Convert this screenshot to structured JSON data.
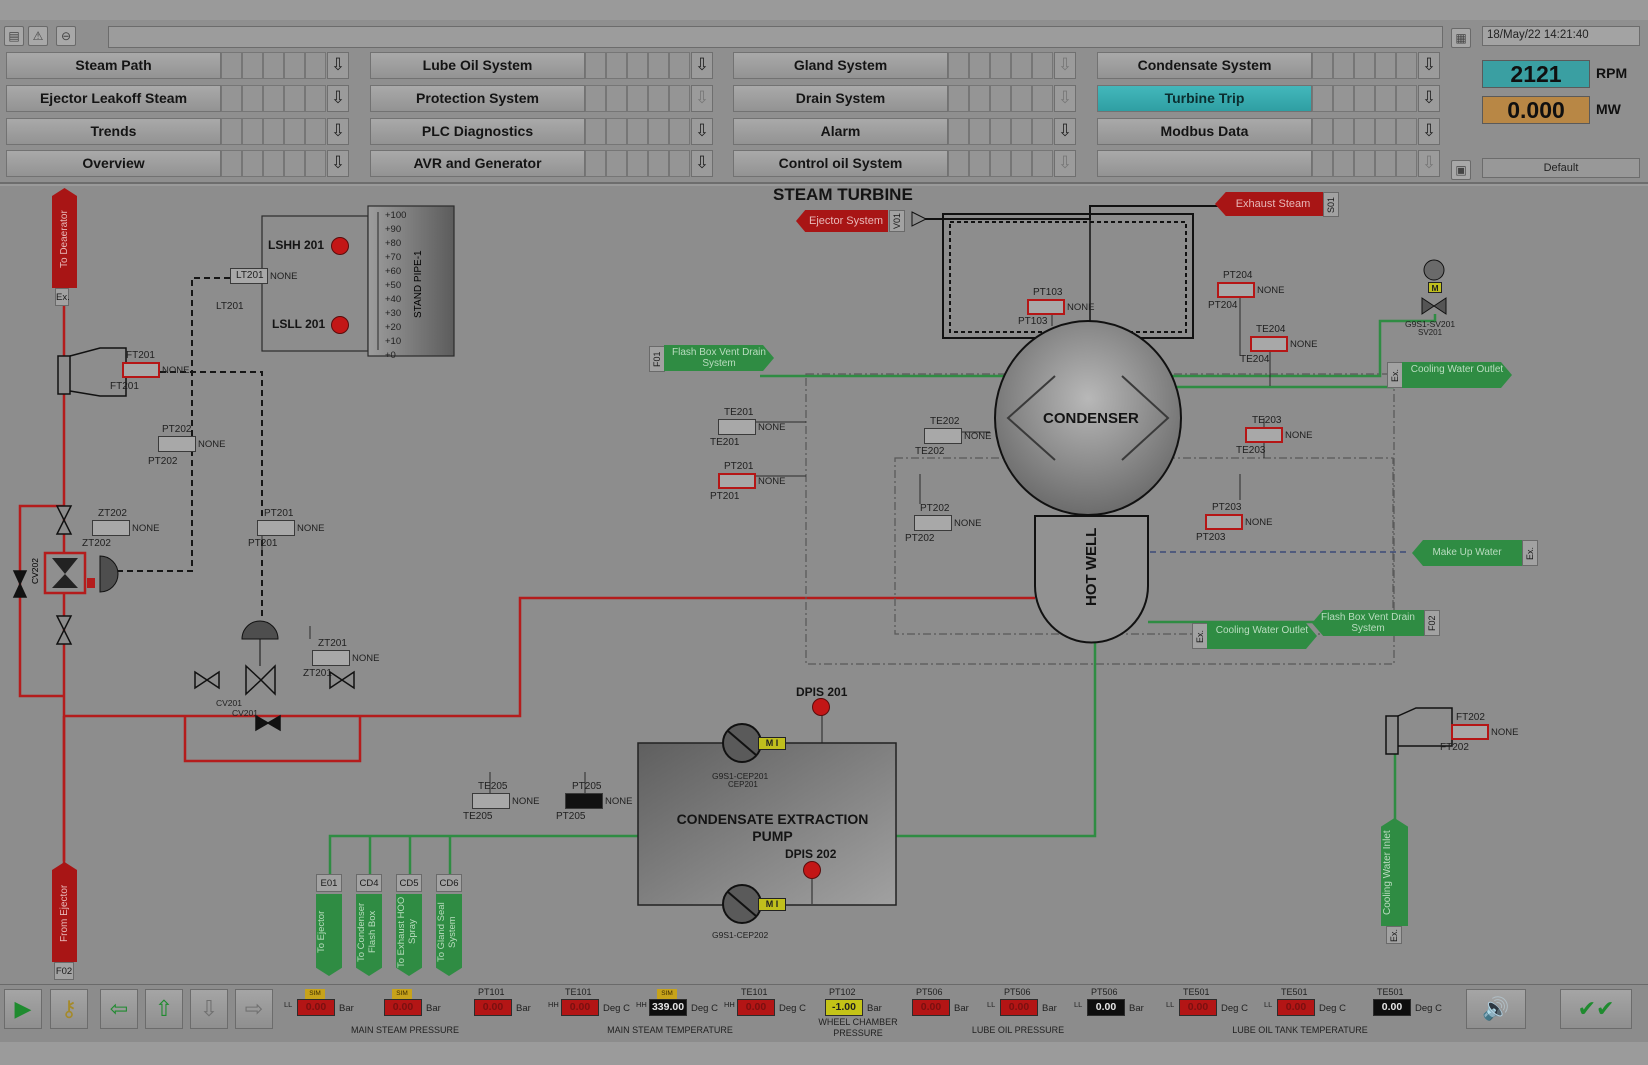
{
  "header": {
    "datetime": "18/May/22 14:21:40",
    "rpm_value": "2121",
    "rpm_unit": "RPM",
    "mw_value": "0.000",
    "mw_unit": "MW",
    "profile": "Default"
  },
  "nav": {
    "steam_path": "Steam Path",
    "ejector_leakoff": "Ejector Leakoff Steam",
    "trends": "Trends",
    "overview": "Overview",
    "lube_oil": "Lube Oil System",
    "protection": "Protection System",
    "plc_diag": "PLC Diagnostics",
    "avr_gen": "AVR and Generator",
    "gland": "Gland System",
    "drain": "Drain System",
    "alarm": "Alarm",
    "control_oil": "Control oil System",
    "condensate": "Condensate System",
    "turbine_trip": "Turbine Trip",
    "modbus": "Modbus Data"
  },
  "diagram": {
    "title": "STEAM TURBINE",
    "condenser": "CONDENSER",
    "hotwell": "HOT WELL",
    "cep_title": "CONDENSATE EXTRACTION PUMP",
    "pump_id_top": "G9S1-CEP201",
    "pump_sub_top": "CEP201",
    "pump_id_bottom": "G9S1-CEP202",
    "standpipe": "STAND PIPE-1",
    "scale": [
      "+100",
      "+90",
      "+80",
      "+70",
      "+60",
      "+50",
      "+40",
      "+30",
      "+20",
      "+10",
      "+0"
    ],
    "lshh": "LSHH 201",
    "lsll": "LSLL 201",
    "dpis201": "DPIS 201",
    "dpis202": "DPIS 202",
    "none": "NONE",
    "motor": "M",
    "motor_i": "I",
    "to_deaerator": "To Deaerator",
    "from_ejector": "From Ejector",
    "f02": "F02",
    "ex": "Ex.",
    "ejector_system": "Ejector System",
    "v01": "V01",
    "exhaust_steam": "Exhaust Steam",
    "s01": "S01",
    "f01": "F01",
    "flash_box_left": "Flash Box Vent Drain System",
    "flash_box_right": "Flash Box Vent Drain System",
    "cooling_outlet_top": "Cooling Water Outlet",
    "cooling_outlet_mid": "Cooling Water Outlet",
    "cooling_inlet": "Cooling Water Inlet",
    "makeup": "Make Up Water",
    "sv201": "G9S1-SV201",
    "sv201b": "SV201",
    "cv201": "CV201",
    "cv202": "CV202",
    "bottom_tags": [
      {
        "code": "E01",
        "text": "To Ejector"
      },
      {
        "code": "CD4",
        "text": "To Condenser Flash Box"
      },
      {
        "code": "CD5",
        "text": "To Exhaust HOO Spray"
      },
      {
        "code": "CD6",
        "text": "To Gland Seal System"
      }
    ],
    "instruments": {
      "lt201": "LT201",
      "ft201": "FT201",
      "pt202": "PT202",
      "zt202": "ZT202",
      "pt201": "PT201",
      "zt201": "ZT201",
      "te205": "TE205",
      "pt205": "PT205",
      "te201": "TE201",
      "te202": "TE202",
      "pt103": "PT103",
      "pt204": "PT204",
      "te204": "TE204",
      "te203": "TE203",
      "pt203": "PT203",
      "ft202": "FT202"
    }
  },
  "status": {
    "groups": {
      "steam_pressure": "MAIN STEAM PRESSURE",
      "steam_temp": "MAIN STEAM TEMPERATURE",
      "wheel": "WHEEL CHAMBER PRESSURE",
      "lube_pressure": "LUBE OIL PRESSURE",
      "lube_temp": "LUBE OIL TANK TEMPERATURE"
    },
    "meters": [
      {
        "tag": "",
        "sim": "SIM",
        "lim": "LL",
        "value": "0.00",
        "unit": "Bar",
        "style": "red"
      },
      {
        "tag": "",
        "sim": "SIM",
        "lim": "",
        "value": "0.00",
        "unit": "Bar",
        "style": "red"
      },
      {
        "tag": "PT101",
        "sim": "",
        "lim": "",
        "value": "0.00",
        "unit": "Bar",
        "style": "red"
      },
      {
        "tag": "TE101",
        "sim": "",
        "lim": "HH",
        "value": "0.00",
        "unit": "Deg C",
        "style": "red"
      },
      {
        "tag": "",
        "sim": "SIM",
        "lim": "HH",
        "value": "339.00",
        "unit": "Deg C",
        "style": "black"
      },
      {
        "tag": "TE101",
        "sim": "",
        "lim": "HH",
        "value": "0.00",
        "unit": "Deg C",
        "style": "red"
      },
      {
        "tag": "PT102",
        "sim": "",
        "lim": "",
        "value": "-1.00",
        "unit": "Bar",
        "style": "yellow"
      },
      {
        "tag": "PT506",
        "sim": "",
        "lim": "",
        "value": "0.00",
        "unit": "Bar",
        "style": "red"
      },
      {
        "tag": "PT506",
        "sim": "",
        "lim": "LL",
        "value": "0.00",
        "unit": "Bar",
        "style": "red"
      },
      {
        "tag": "PT506",
        "sim": "",
        "lim": "LL",
        "value": "0.00",
        "unit": "Bar",
        "style": "black"
      },
      {
        "tag": "TE501",
        "sim": "",
        "lim": "LL",
        "value": "0.00",
        "unit": "Deg C",
        "style": "red"
      },
      {
        "tag": "TE501",
        "sim": "",
        "lim": "LL",
        "value": "0.00",
        "unit": "Deg C",
        "style": "red"
      },
      {
        "tag": "TE501",
        "sim": "",
        "lim": "",
        "value": "0.00",
        "unit": "Deg C",
        "style": "black"
      }
    ]
  }
}
